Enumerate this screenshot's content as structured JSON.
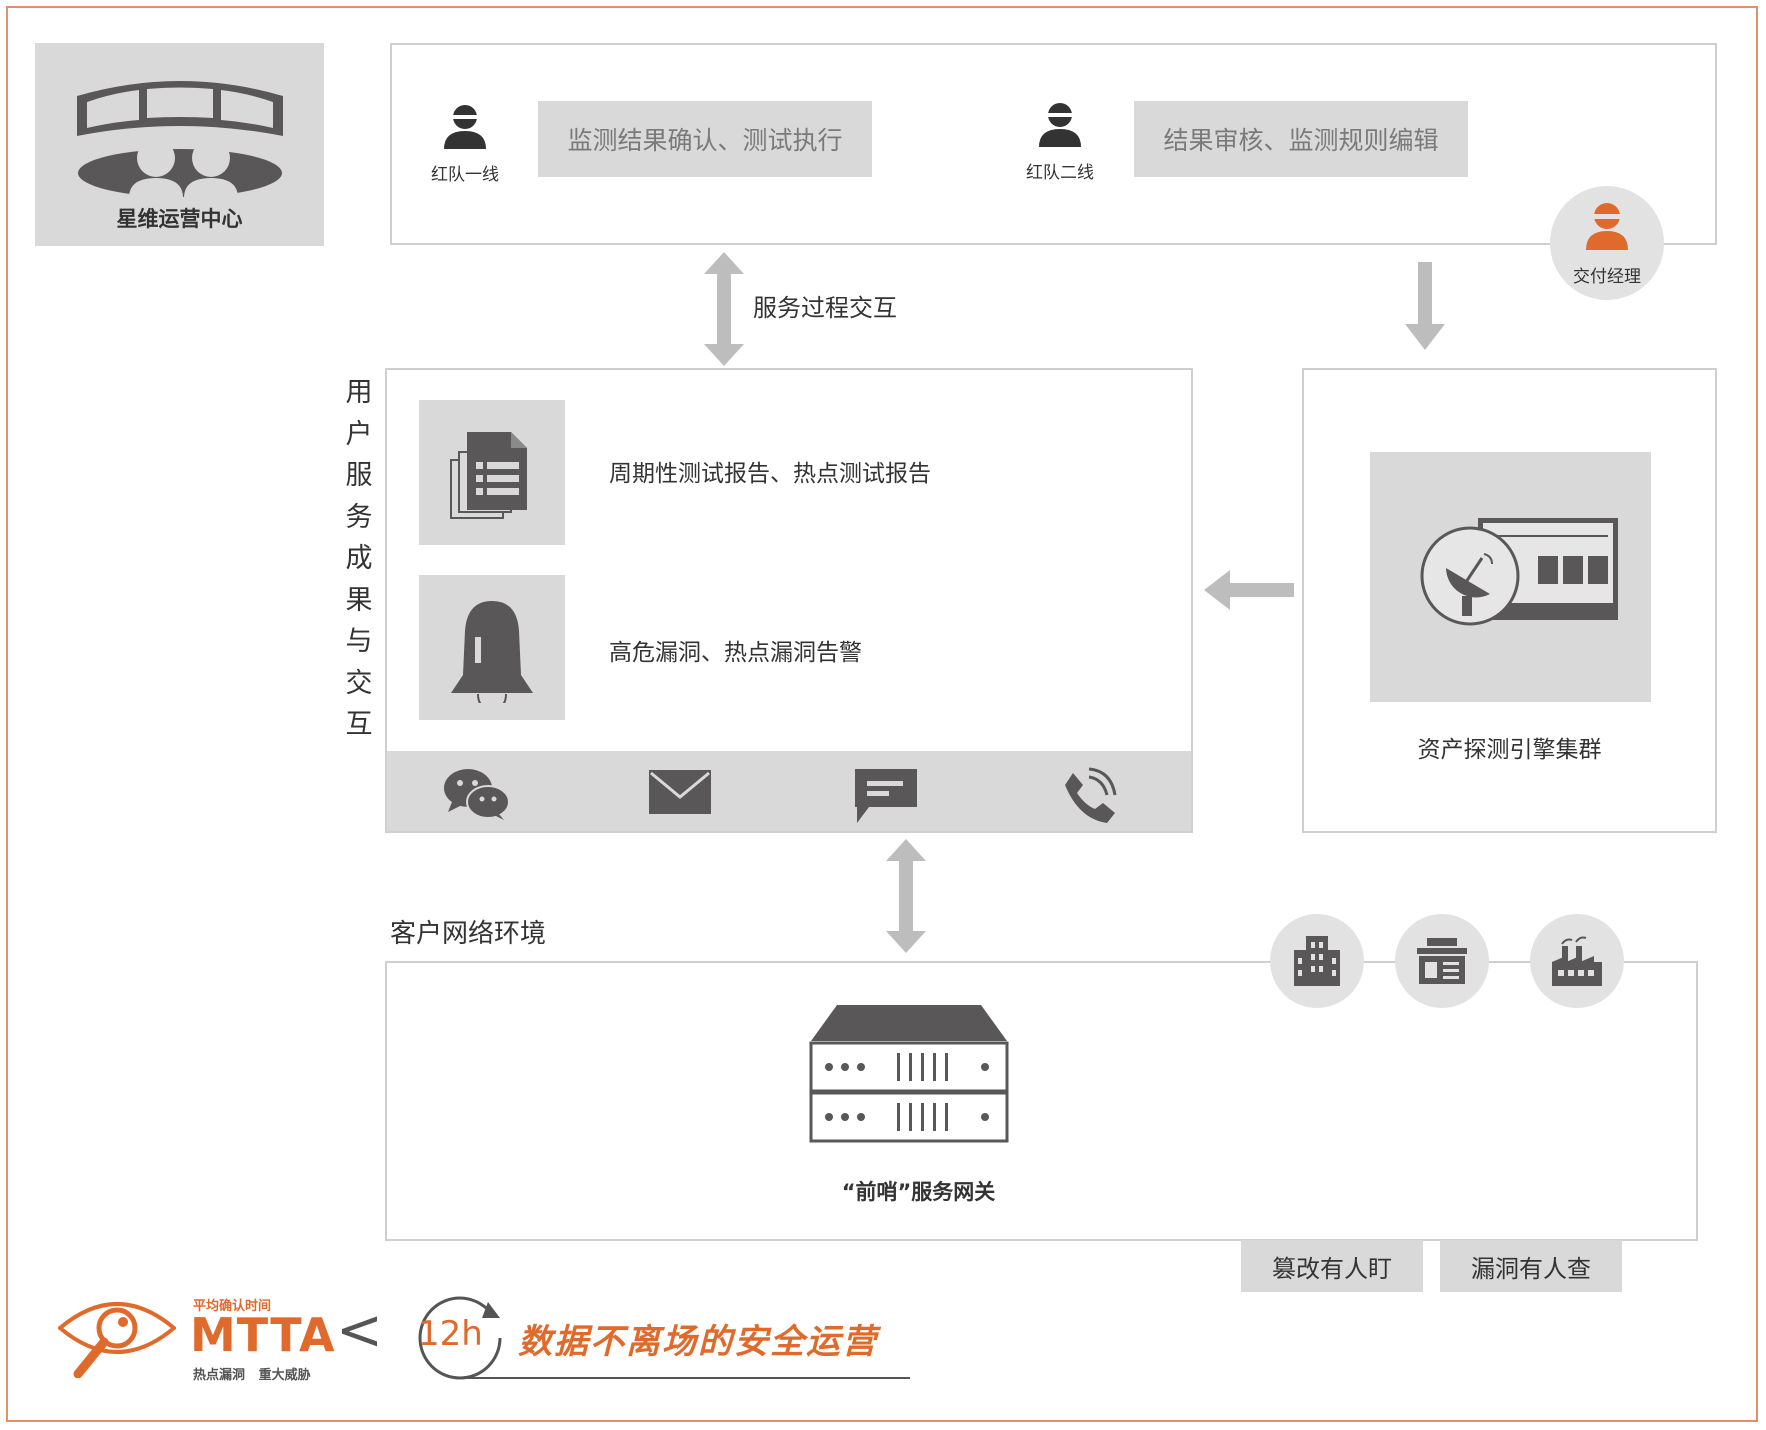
{
  "soc": {
    "label": "星维运营中心"
  },
  "top_panel": {
    "role1": {
      "label": "红队一线",
      "task": "监测结果确认、测试执行"
    },
    "role2": {
      "label": "红队二线",
      "task": "结果审核、监测规则编辑"
    },
    "manager": {
      "label": "交付经理"
    }
  },
  "interaction_label": "服务过程交互",
  "user_service": {
    "vertical_title": "用户服务成果与交互",
    "vertical_chars": [
      "用",
      "户",
      "服",
      "务",
      "成",
      "果",
      "与",
      "交",
      "互"
    ],
    "reports": "周期性测试报告、热点测试报告",
    "alerts": "高危漏洞、热点漏洞告警",
    "channels": [
      "wechat-icon",
      "mail-icon",
      "message-icon",
      "phone-icon"
    ]
  },
  "engine": {
    "label": "资产探测引擎集群"
  },
  "customer": {
    "title": "客户网络环境",
    "gateway_label": "“前哨”服务网关",
    "building_icons": [
      "office-building-icon",
      "shop-icon",
      "factory-icon"
    ]
  },
  "tags": [
    "篡改有人盯",
    "漏洞有人查"
  ],
  "footer": {
    "mtta_small": "平均确认时间",
    "mtta": "MTTA",
    "mtta_sub": "热点漏洞   重大威胁",
    "less_than": "<",
    "hours": "12h",
    "slogan": "数据不离场的安全运营"
  },
  "colors": {
    "accent": "#e06a2c",
    "icon_dark": "#595757",
    "panel_gray": "#d9d9d9",
    "border": "#cfcfcf",
    "arrow": "#bdbdbd"
  }
}
